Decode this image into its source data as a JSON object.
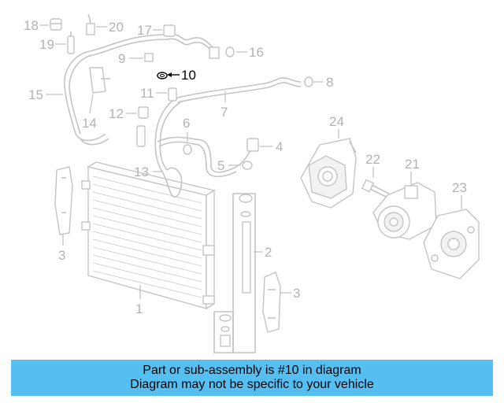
{
  "diagram": {
    "callouts": {
      "c1": "1",
      "c2": "2",
      "c3a": "3",
      "c3b": "3",
      "c4": "4",
      "c5": "5",
      "c6": "6",
      "c7": "7",
      "c8": "8",
      "c9": "9",
      "c10": "10",
      "c11": "11",
      "c12": "12",
      "c13": "13",
      "c14": "14",
      "c15": "15",
      "c16": "16",
      "c17": "17",
      "c18": "18",
      "c19": "19",
      "c20": "20",
      "c21": "21",
      "c22": "22",
      "c23": "23",
      "c24": "24"
    },
    "highlighted_part": "10",
    "colors": {
      "highlight": "#000000",
      "line_art": "#c4c4c4",
      "banner": "#55bff1"
    }
  },
  "banner": {
    "line1": "Part or sub-assembly is #10 in diagram",
    "line2": "Diagram may not be specific to your vehicle"
  }
}
